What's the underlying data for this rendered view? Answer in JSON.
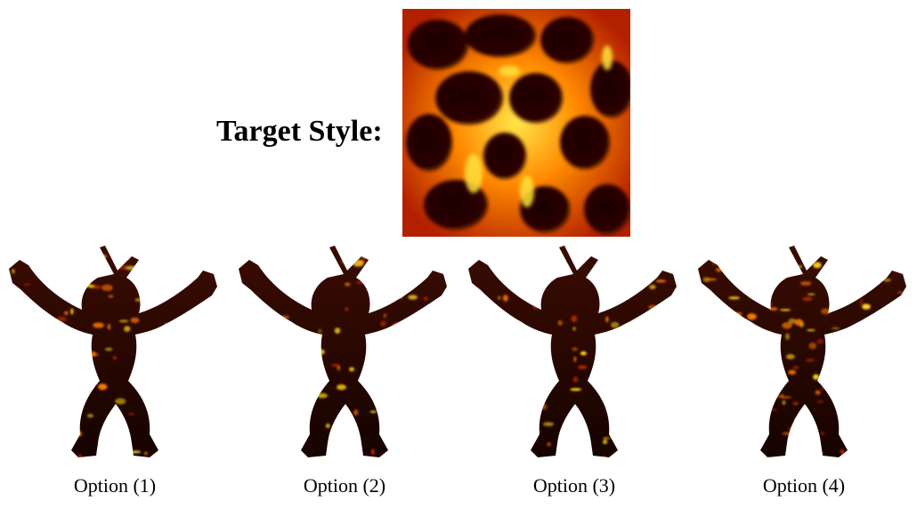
{
  "header": {
    "target_label": "Target Style:"
  },
  "target": {
    "icon": "lava-texture-swatch",
    "colors": {
      "dark": "#1a0400",
      "mid": "#c93b00",
      "bright": "#ffd21a"
    }
  },
  "options": [
    {
      "caption": "Option (1)",
      "icon": "armadillo-lava-render-1",
      "intensity": 0.55
    },
    {
      "caption": "Option (2)",
      "icon": "armadillo-lava-render-2",
      "intensity": 0.45
    },
    {
      "caption": "Option (3)",
      "icon": "armadillo-lava-render-3",
      "intensity": 0.25
    },
    {
      "caption": "Option (4)",
      "icon": "armadillo-lava-render-4",
      "intensity": 0.85
    }
  ]
}
